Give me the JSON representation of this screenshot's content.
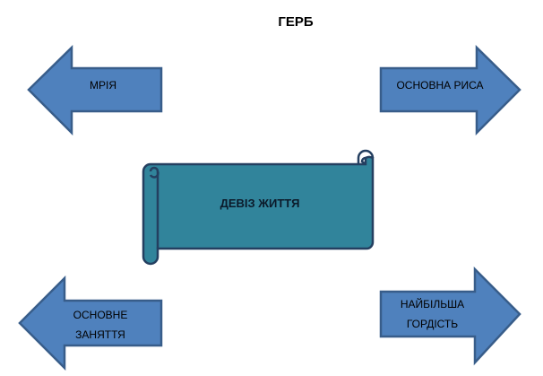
{
  "title": "ГЕРБ",
  "motto": "ДЕВІЗ ЖИТТЯ",
  "arrows": {
    "top_left": "МРІЯ",
    "top_right": "ОСНОВНА РИСА",
    "bottom_left_line1": "ОСНОВНЕ",
    "bottom_left_line2": "ЗАНЯТТЯ",
    "bottom_right_line1": "НАЙБІЛЬША",
    "bottom_right_line2": "ГОРДІСТЬ"
  },
  "colors": {
    "arrow_fill": "#4F81BD",
    "arrow_stroke": "#385D8A",
    "scroll_fill": "#31849B",
    "scroll_stroke": "#243F60"
  }
}
